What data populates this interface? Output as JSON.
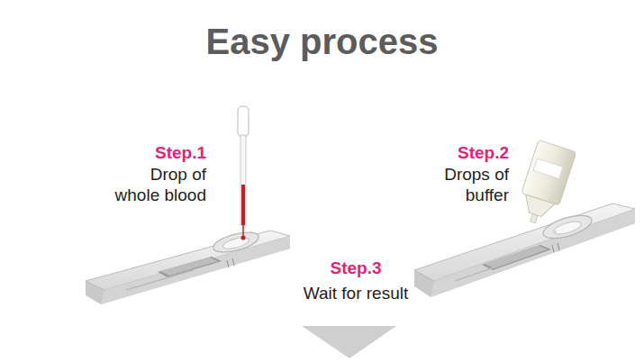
{
  "diagram": {
    "title": "Easy process",
    "labels": [
      "Step.1",
      "Drop of whole blood",
      "Step.2",
      "Drops of buffer",
      "Step.3",
      "Wait for result"
    ]
  }
}
